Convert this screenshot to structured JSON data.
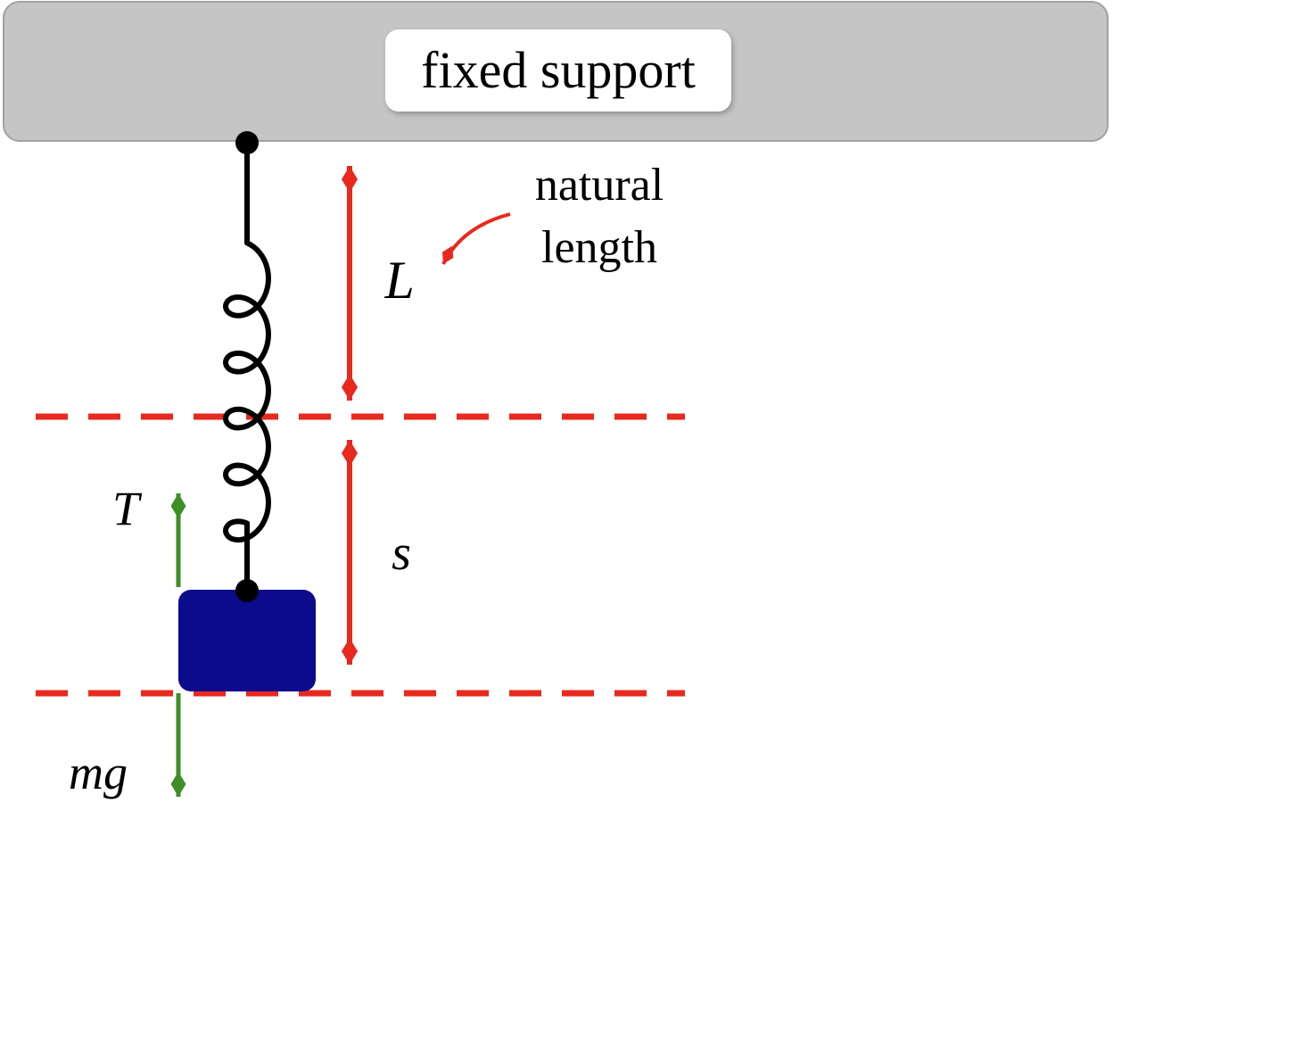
{
  "diagram": {
    "support": {
      "label": "fixed support"
    },
    "annotation": {
      "line1": "natural",
      "line2": "length"
    },
    "dimensions": {
      "natural_length_label": "L",
      "extension_label": "s"
    },
    "forces": {
      "tension_label": "T",
      "weight_label": "mg"
    },
    "colors": {
      "support_fill": "#c5c5c5",
      "support_stroke": "#a2a2a2",
      "label_box_fill": "#ffffff",
      "mass_fill": "#0b0b8c",
      "dimension_red": "#e8291e",
      "force_green": "#3e8e27",
      "ink": "#000000"
    }
  }
}
